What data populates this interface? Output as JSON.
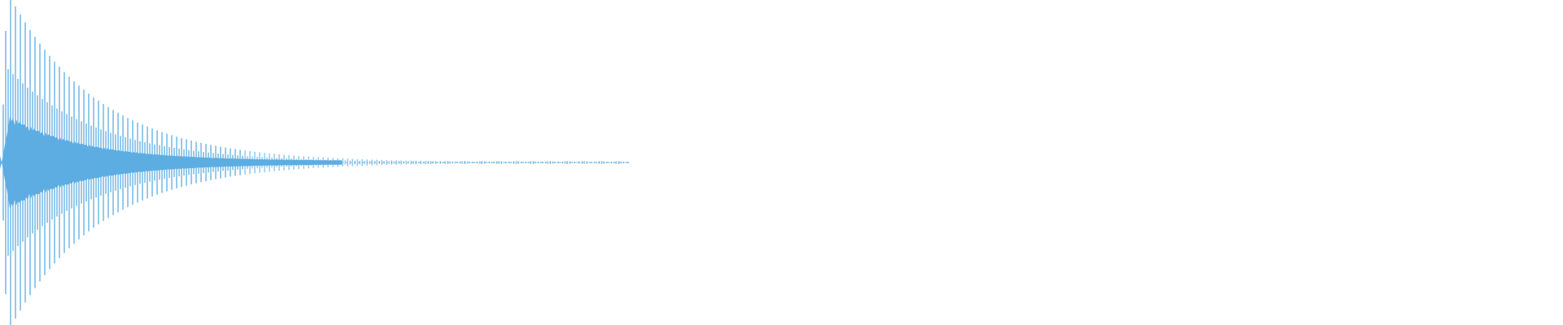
{
  "waveform": {
    "color": "#5dade2",
    "background": "#ffffff",
    "envelope": "exponential-decay",
    "peak_amplitude": 0.98,
    "body_amplitude": 0.28
  }
}
